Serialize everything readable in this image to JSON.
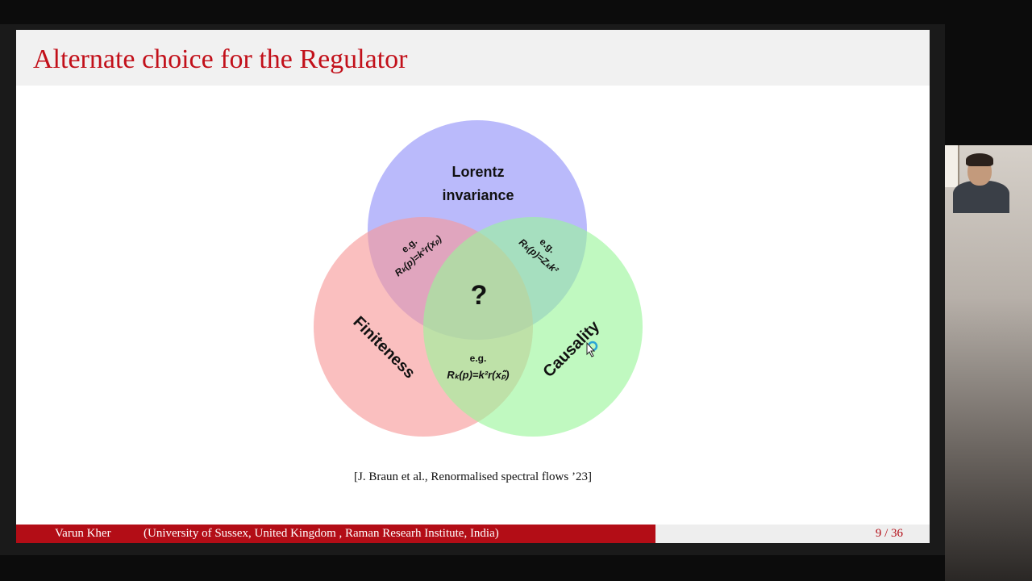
{
  "slide": {
    "title": "Alternate choice for the Regulator",
    "citation": "[J. Braun et al., Renormalised spectral flows ’23]"
  },
  "venn": {
    "circles": [
      {
        "label": "Lorentz invariance",
        "line1": "Lorentz",
        "line2": "invariance",
        "color": "#8f8ff8"
      },
      {
        "label": "Finiteness",
        "color": "#f79898"
      },
      {
        "label": "Causality",
        "color": "#9af59a"
      }
    ],
    "center_label": "?",
    "intersections": {
      "lorentz_finiteness": {
        "eg": "e.g.",
        "formula": "Rₖ(p)=k²r(xₚ)"
      },
      "lorentz_causality": {
        "eg": "e.g.",
        "formula": "Rₖ(p)=Zₖk²"
      },
      "finiteness_causality": {
        "eg": "e.g.",
        "formula": "Rₖ(p)=k²r(xₚ̃)"
      }
    }
  },
  "footer": {
    "author": "Varun Kher",
    "affiliation": "(University of Sussex, United Kingdom , Raman Researh Institute, India)",
    "page": "9 / 36"
  },
  "colors": {
    "title": "#c2101a",
    "footer_bar": "#b30d16"
  }
}
